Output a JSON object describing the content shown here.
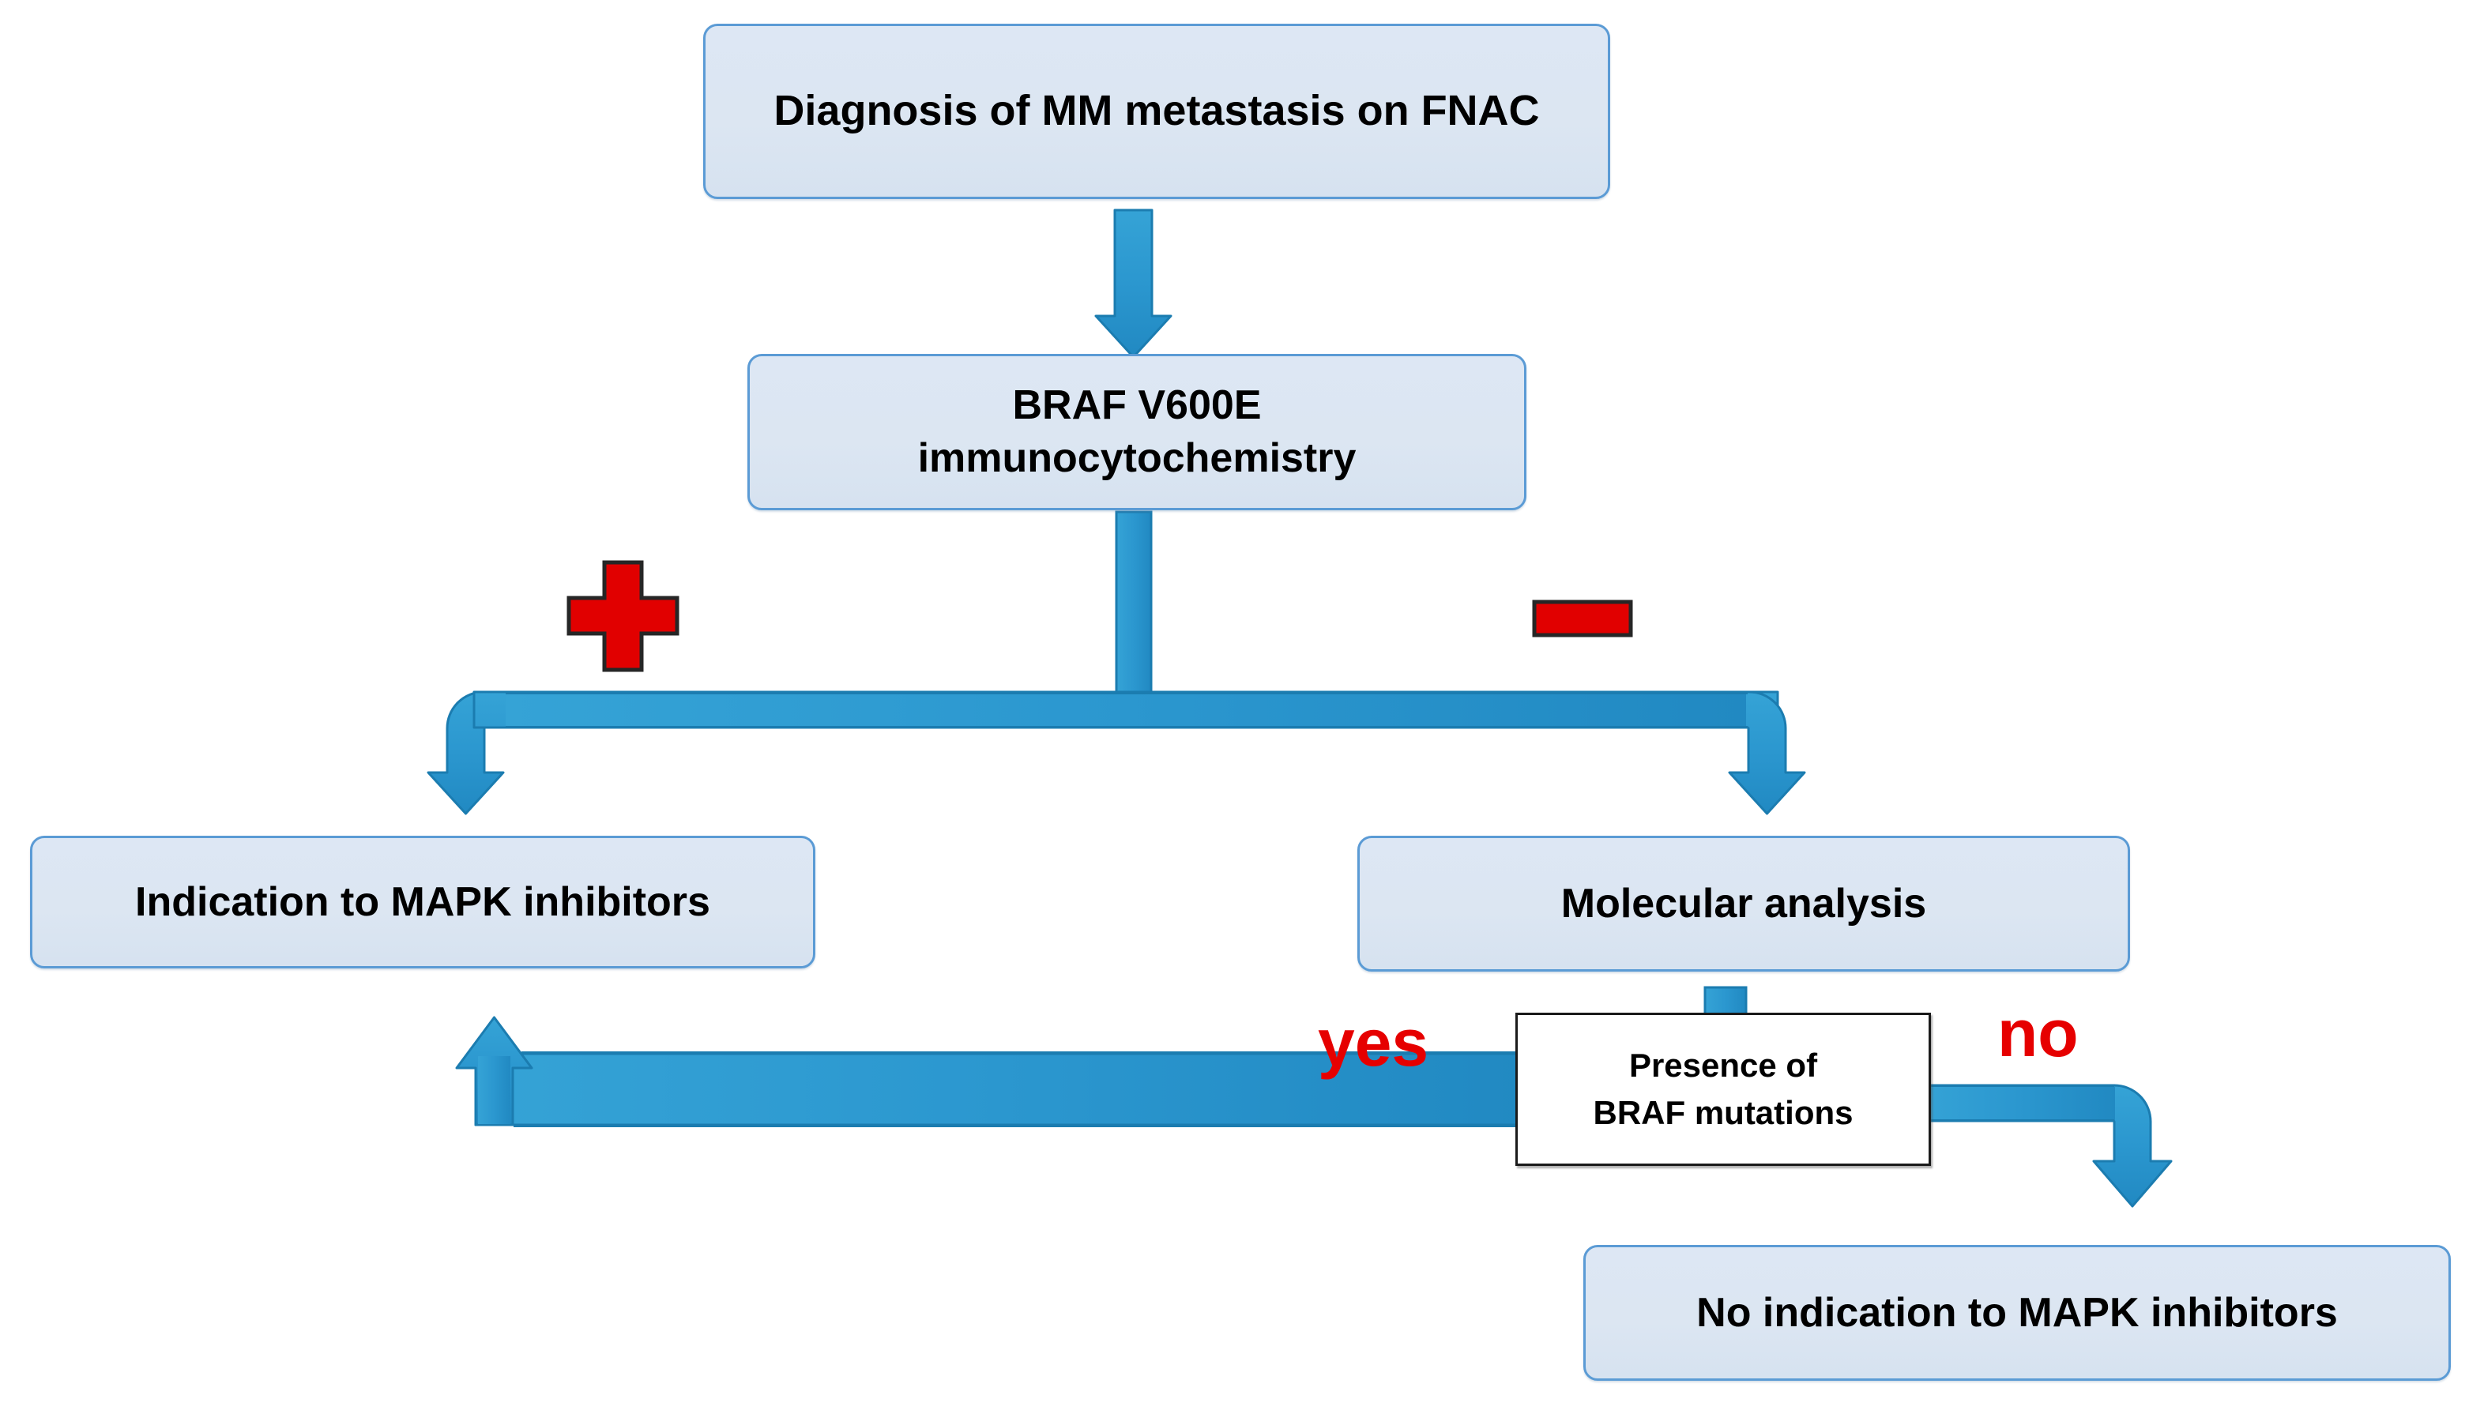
{
  "diagram": {
    "type": "flowchart",
    "title_text": "",
    "colors": {
      "box_fill": "#DCE6F2",
      "box_border": "#5B9BD5",
      "arrow_fill": "#2E9BD0",
      "arrow_stroke": "#1C7FB5",
      "decision_box_fill": "#FFFFFF",
      "decision_box_border": "#1A1A1A",
      "accent_red": "#E60000",
      "text": "#000000"
    },
    "nodes": {
      "start": {
        "label": "Diagnosis of MM metastasis on FNAC"
      },
      "test": {
        "label_line1": "BRAF V600E",
        "label_line2": "immunocytochemistry"
      },
      "indication": {
        "label": "Indication to MAPK inhibitors"
      },
      "molecular": {
        "label": "Molecular analysis"
      },
      "decision": {
        "label_line1": "Presence of",
        "label_line2": "BRAF mutations"
      },
      "no_indication": {
        "label": "No indication to MAPK inhibitors"
      }
    },
    "edge_labels": {
      "positive": "+",
      "negative": "–",
      "yes": "yes",
      "no": "no"
    },
    "flow": [
      {
        "from": "start",
        "to": "test",
        "label": ""
      },
      {
        "from": "test",
        "to": "indication",
        "label": "+"
      },
      {
        "from": "test",
        "to": "molecular",
        "label": "–"
      },
      {
        "from": "molecular",
        "to": "decision",
        "label": ""
      },
      {
        "from": "decision",
        "to": "indication",
        "label": "yes"
      },
      {
        "from": "decision",
        "to": "no_indication",
        "label": "no"
      }
    ]
  }
}
